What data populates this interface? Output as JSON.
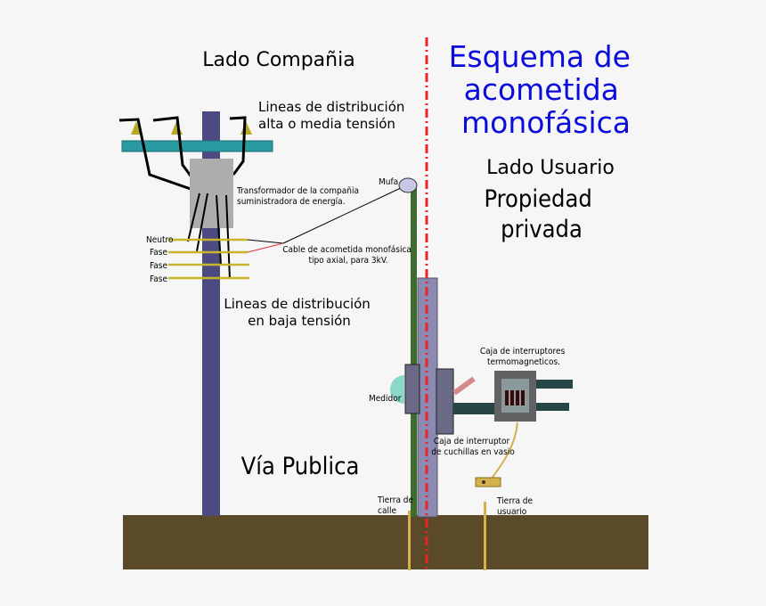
{
  "title_lines": [
    "Esquema de",
    "acometida",
    "monofásica"
  ],
  "company_side": "Lado Compañia",
  "user_side": "Lado Usuario",
  "private_property_lines": [
    "Propiedad",
    "privada"
  ],
  "public_road": "Vía Publica",
  "high_voltage_lines": [
    "Lineas de distribución",
    "alta o media tensión"
  ],
  "low_voltage_lines": [
    "Lineas de distribución",
    "en baja tensión"
  ],
  "transformer_label_lines": [
    "Transformador de la compañia",
    "suministradora de energía."
  ],
  "cable_label_lines": [
    "Cable de acometida monofásica",
    "tipo axial, para 3kV."
  ],
  "mufa": "Mufa",
  "wire_labels": [
    "Neutro",
    "Fase",
    "Fase",
    "Fase"
  ],
  "breaker_box_lines": [
    "Caja de interruptores",
    "termomagneticos."
  ],
  "meter": "Medidor",
  "knife_switch_lines": [
    "Caja de interruptor",
    "de cuchillas en vasio"
  ],
  "street_ground_lines": [
    "Tierra de",
    "calle"
  ],
  "user_ground_lines": [
    "Tierra de",
    "usuario"
  ],
  "colors": {
    "title": "#0b0bdc",
    "divider": "#ee2222",
    "ground": "#5b4a2a",
    "pole": "#4b4b82",
    "crossarm": "#2a9aa2",
    "insulator": "#b8a822",
    "transformer": "#adadad",
    "cable_red": "#e03030"
  }
}
